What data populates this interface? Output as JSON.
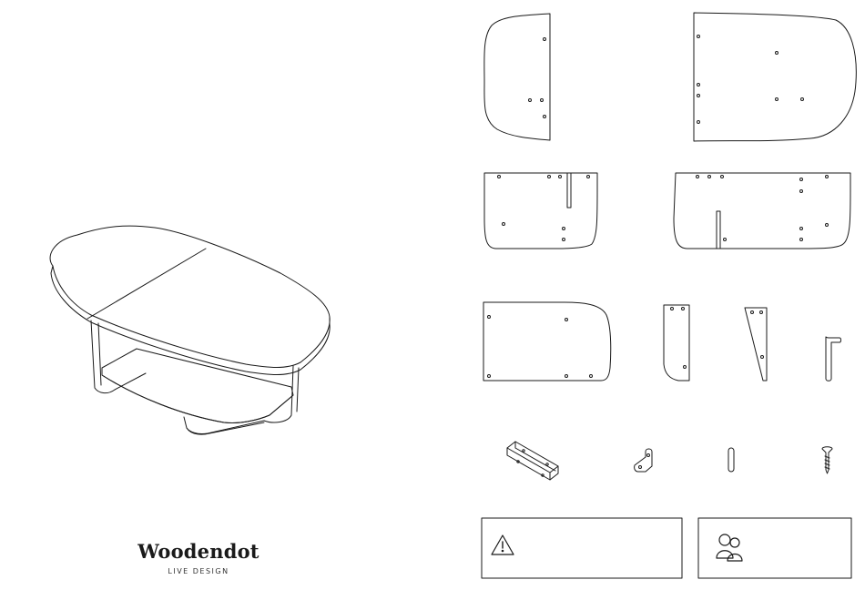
{
  "brand": {
    "name": "Woodendot",
    "tagline": "LIVE DESIGN"
  },
  "illustration": {
    "subject": "assembled-coffee-table",
    "parts": [
      "top-panel-small",
      "top-panel-large",
      "side-panel-small",
      "side-panel-large",
      "shelf-panel",
      "leg-support",
      "triangle-brace",
      "allen-key",
      "metal-bracket",
      "angle-bracket",
      "wooden-dowel",
      "screw"
    ]
  },
  "notices": {
    "warning_icon": "warning-triangle-icon",
    "people_icon": "two-people-icon"
  },
  "colors": {
    "line": "#1a1a1a",
    "background": "#ffffff"
  }
}
